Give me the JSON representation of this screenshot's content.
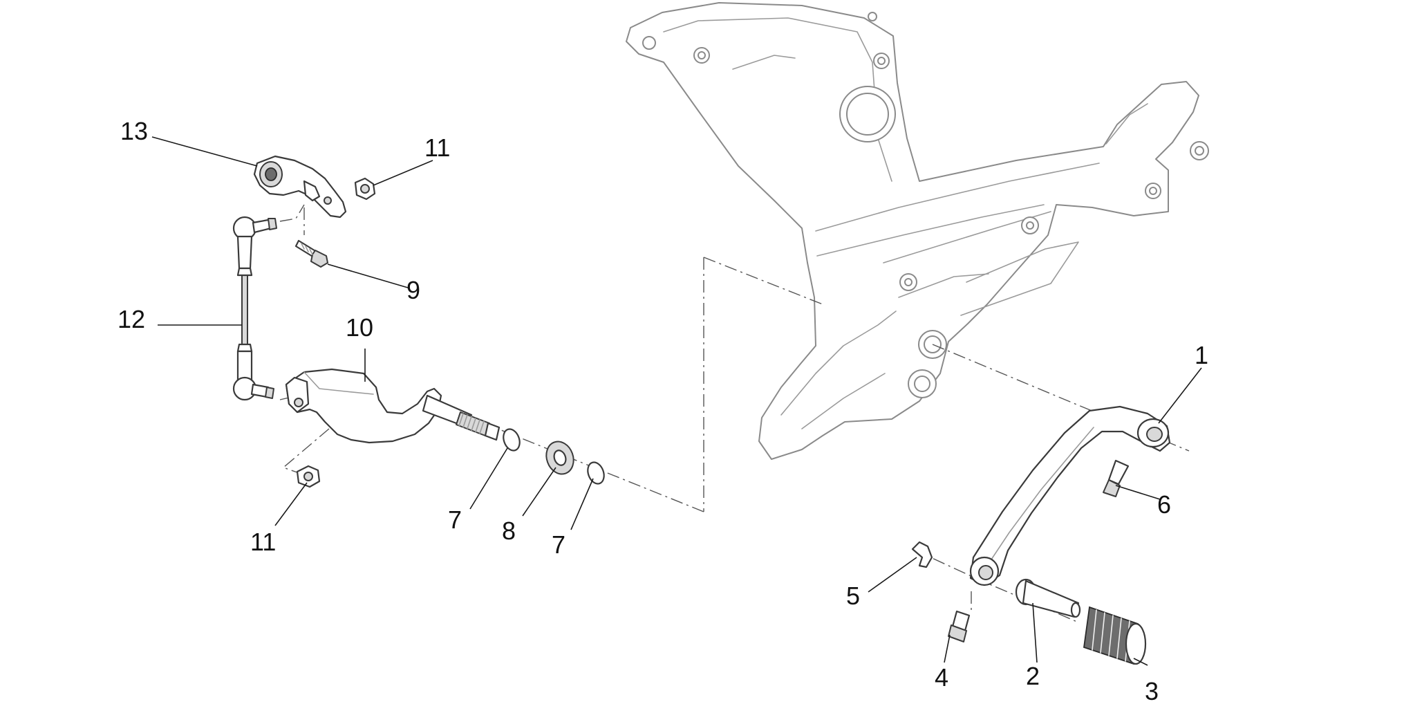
{
  "callouts": [
    {
      "id": "c1",
      "text": "1"
    },
    {
      "id": "c2",
      "text": "2"
    },
    {
      "id": "c3",
      "text": "3"
    },
    {
      "id": "c4",
      "text": "4"
    },
    {
      "id": "c5",
      "text": "5"
    },
    {
      "id": "c6",
      "text": "6"
    },
    {
      "id": "c7a",
      "text": "7"
    },
    {
      "id": "c7b",
      "text": "7"
    },
    {
      "id": "c8",
      "text": "8"
    },
    {
      "id": "c9",
      "text": "9"
    },
    {
      "id": "c10",
      "text": "10"
    },
    {
      "id": "c11a",
      "text": "11"
    },
    {
      "id": "c11b",
      "text": "11"
    },
    {
      "id": "c12",
      "text": "12"
    },
    {
      "id": "c13",
      "text": "13"
    }
  ]
}
